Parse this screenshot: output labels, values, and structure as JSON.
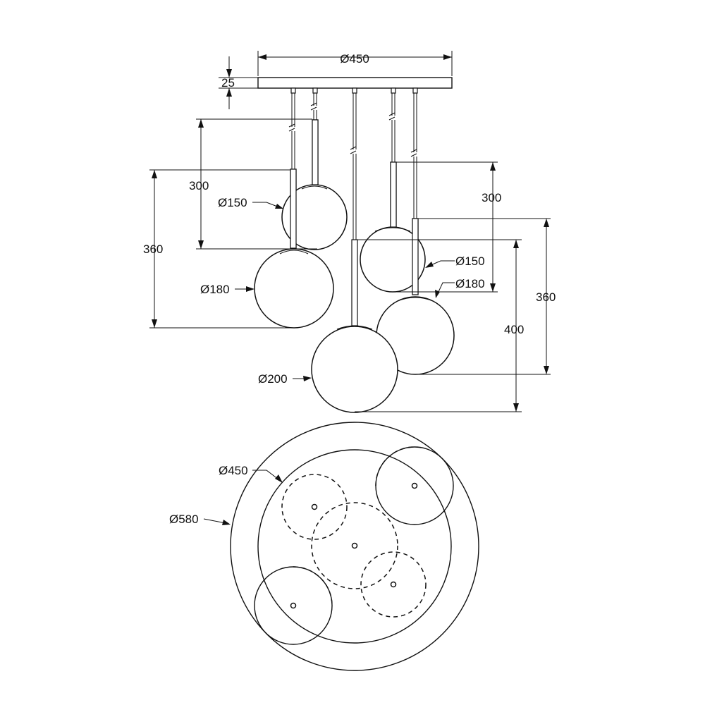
{
  "elevation": {
    "canopy": {
      "diameter_label": "Ø450",
      "thickness_label": "25"
    },
    "left_dims": {
      "short_drop": "300",
      "long_drop": "360"
    },
    "right_dims": {
      "short_drop": "300",
      "long_drop": "360",
      "center_drop": "400"
    },
    "globes": {
      "upper_left": "Ø150",
      "lower_left": "Ø180",
      "center": "Ø200",
      "upper_right": "Ø150",
      "lower_right": "Ø180"
    }
  },
  "plan": {
    "canopy_label": "Ø450",
    "outer_label": "Ø580"
  }
}
